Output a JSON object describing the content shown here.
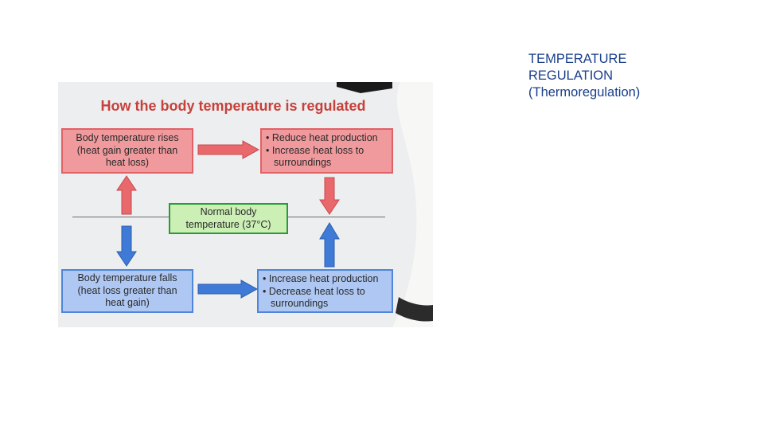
{
  "slide": {
    "title": "TEMPERATURE\nREGULATION\n(Thermoregulation)"
  },
  "diagram": {
    "title": "How the body temperature is regulated",
    "boxes": {
      "rises": [
        "Body temperature rises",
        "(heat gain greater than",
        "heat loss)"
      ],
      "cool_response": [
        "Reduce heat production",
        "Increase heat loss to",
        "surroundings"
      ],
      "normal": [
        "Normal body",
        "temperature (37°C)"
      ],
      "falls": [
        "Body temperature falls",
        "(heat loss greater than",
        "heat gain)"
      ],
      "warm_response": [
        "Increase heat production",
        "Decrease heat loss to",
        "surroundings"
      ]
    },
    "colors": {
      "title": "#c7403b",
      "rise_fill": "#f19a9d",
      "rise_border": "#e16166",
      "fall_fill": "#aec8f3",
      "fall_border": "#4f86d9",
      "normal_fill": "#ccefb6",
      "normal_border": "#2a9a35"
    }
  }
}
